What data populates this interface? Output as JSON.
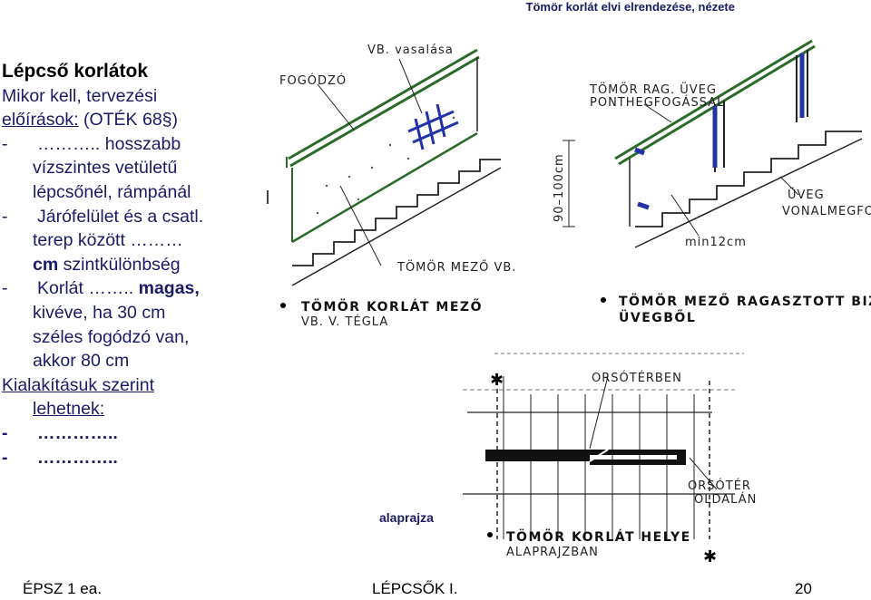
{
  "header": {
    "title": "Tömör korlát elvi elrendezése, nézete"
  },
  "left": {
    "heading": "Lépcső korlátok",
    "intro_1": "Mikor kell, tervezési",
    "intro_2": "előírások:",
    "intro_3": " (OTÉK 68§)",
    "item1_a": "-      ……….. hosszabb",
    "item1_b": "vízszintes vetületű",
    "item1_c": "lépcsőnél, rámpánál",
    "item2_a": "-      Járófelület és a csatl.",
    "item2_b": "terep között ………",
    "item2_c": "cm",
    "item2_d": " szintkülönbség",
    "item3_a": "-      Korlát ……..",
    "item3_b": " magas,",
    "item3_c": "kivéve, ha 30 cm",
    "item3_d": "széles fogódzó van,",
    "item3_e": "akkor 80 cm",
    "types_1": "Kialakításuk szerint",
    "types_2": "lehetnek:",
    "type1": "-      …………..",
    "type2": "-      ………….."
  },
  "sketch": {
    "label_fogodzo": "FOGÓDZÓ",
    "label_vasalas": "VB. vasalása",
    "label_tomor_mezo": "TÖMÖR MEZŐ VB.",
    "note1_a": "TÖMÖR KORLÁT MEZŐ",
    "note1_b": "VB. V. TÉGLA",
    "label_ragasztott": "TÖMÖR RAG. ÜVEG",
    "label_ponthegeszt": "PONTHEGFOGÁSSAL",
    "label_height": "90–100cm",
    "label_min12": "min12cm",
    "label_uveg": "ÜVEG",
    "label_vonal": "VONALMEGFOG.",
    "note2_a": "TÖMÖR MEZŐ RAGASZTOTT BIZT.",
    "note2_b": "ÜVEGBŐL",
    "label_orsoterben": "ORSÓTÉRBEN",
    "label_orsoter_1": "ORSÓTÉR",
    "label_orsoter_2": "OLDALÁN",
    "note3_a": "TÖMÖR KORLÁT HELYE",
    "note3_b": "ALAPRAJZBAN"
  },
  "caption": "alaprajza",
  "footer": {
    "left": "ÉPSZ 1 ea.",
    "center": "LÉPCSŐK I.",
    "page": "20"
  },
  "colors": {
    "green_sketch": "#2a6b2a",
    "blue_glass": "#2233aa",
    "title_blue": "#1a1a66"
  }
}
